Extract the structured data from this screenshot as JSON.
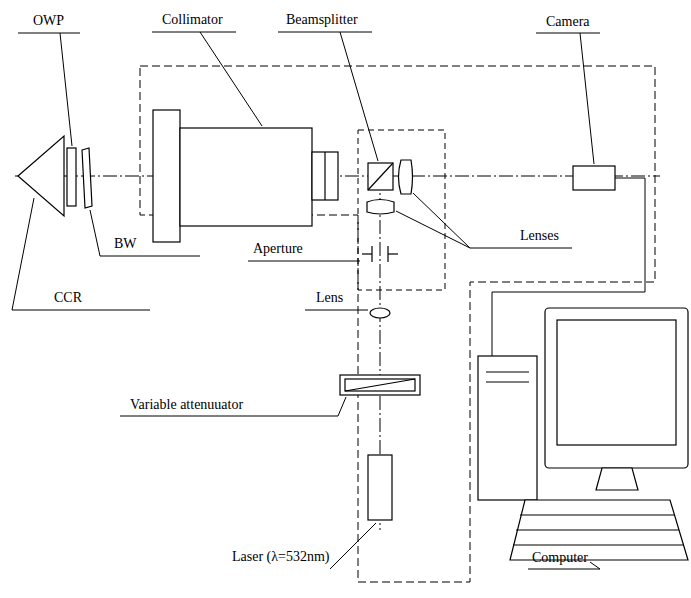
{
  "diagram": {
    "labels": [
      "OWP",
      "Collimator",
      "Beamsplitter",
      "Camera",
      "Lenses",
      "BW",
      "Aperture",
      "CCR",
      "Lens",
      "Variable attenuuator",
      "Laser (λ=532nm)",
      "Computer"
    ]
  }
}
